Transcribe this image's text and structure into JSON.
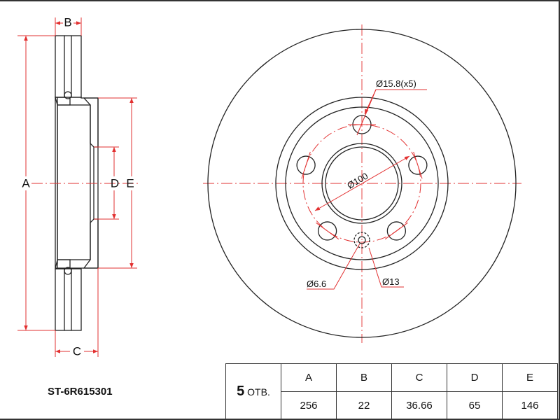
{
  "part_number": "ST-6R615301",
  "holes": {
    "count": "5",
    "unit": "ОТВ."
  },
  "table": {
    "headers": [
      "A",
      "B",
      "C",
      "D",
      "E"
    ],
    "values": [
      "256",
      "22",
      "36.66",
      "65",
      "146"
    ]
  },
  "side_view": {
    "labels": {
      "A": "A",
      "B": "B",
      "C": "C",
      "D": "D",
      "E": "E"
    }
  },
  "front_view": {
    "bolt_hole": "Ø15.8(x5)",
    "pcd": "Ø100",
    "small_hole": "Ø6.6",
    "small_hole_counterbore": "Ø13"
  },
  "colors": {
    "dimension": "#e23030",
    "outline": "#222222"
  }
}
